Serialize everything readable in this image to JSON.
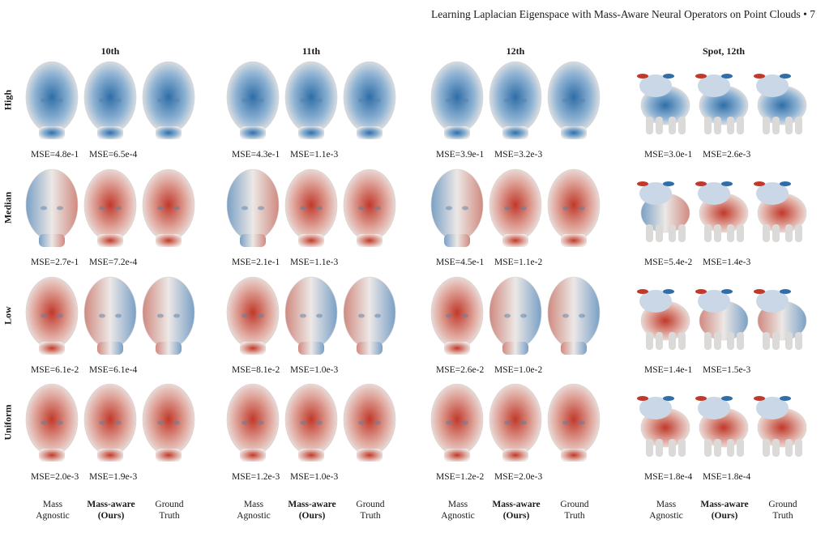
{
  "running_head": "Learning Laplacian Eigenspace with Mass-Aware Neural Operators on Point Clouds  •  7",
  "columns": [
    {
      "title": "10th",
      "shape": "head"
    },
    {
      "title": "11th",
      "shape": "head"
    },
    {
      "title": "12th",
      "shape": "head"
    },
    {
      "title": "Spot, 12th",
      "shape": "cow"
    }
  ],
  "rows": [
    "High",
    "Median",
    "Low",
    "Uniform"
  ],
  "mse": [
    [
      [
        "MSE=4.8e-1",
        "MSE=6.5e-4"
      ],
      [
        "MSE=4.3e-1",
        "MSE=1.1e-3"
      ],
      [
        "MSE=3.9e-1",
        "MSE=3.2e-3"
      ],
      [
        "MSE=3.0e-1",
        "MSE=2.6e-3"
      ]
    ],
    [
      [
        "MSE=2.7e-1",
        "MSE=7.2e-4"
      ],
      [
        "MSE=2.1e-1",
        "MSE=1.1e-3"
      ],
      [
        "MSE=4.5e-1",
        "MSE=1.1e-2"
      ],
      [
        "MSE=5.4e-2",
        "MSE=1.4e-3"
      ]
    ],
    [
      [
        "MSE=6.1e-2",
        "MSE=6.1e-4"
      ],
      [
        "MSE=8.1e-2",
        "MSE=1.0e-3"
      ],
      [
        "MSE=2.6e-2",
        "MSE=1.0e-2"
      ],
      [
        "MSE=1.4e-1",
        "MSE=1.5e-3"
      ]
    ],
    [
      [
        "MSE=2.0e-3",
        "MSE=1.9e-3"
      ],
      [
        "MSE=1.2e-3",
        "MSE=1.0e-3"
      ],
      [
        "MSE=1.2e-2",
        "MSE=2.0e-3"
      ],
      [
        "MSE=1.8e-4",
        "MSE=1.8e-4"
      ]
    ]
  ],
  "legend": [
    {
      "text": "Mass\nAgnostic",
      "bold": false
    },
    {
      "text": "Mass-aware\n(Ours)",
      "bold": true
    },
    {
      "text": "Ground\nTruth",
      "bold": false
    }
  ],
  "colors": {
    "blue": "#2f6ea8",
    "red": "#c0392b",
    "neutral": "#e8e4e2"
  }
}
